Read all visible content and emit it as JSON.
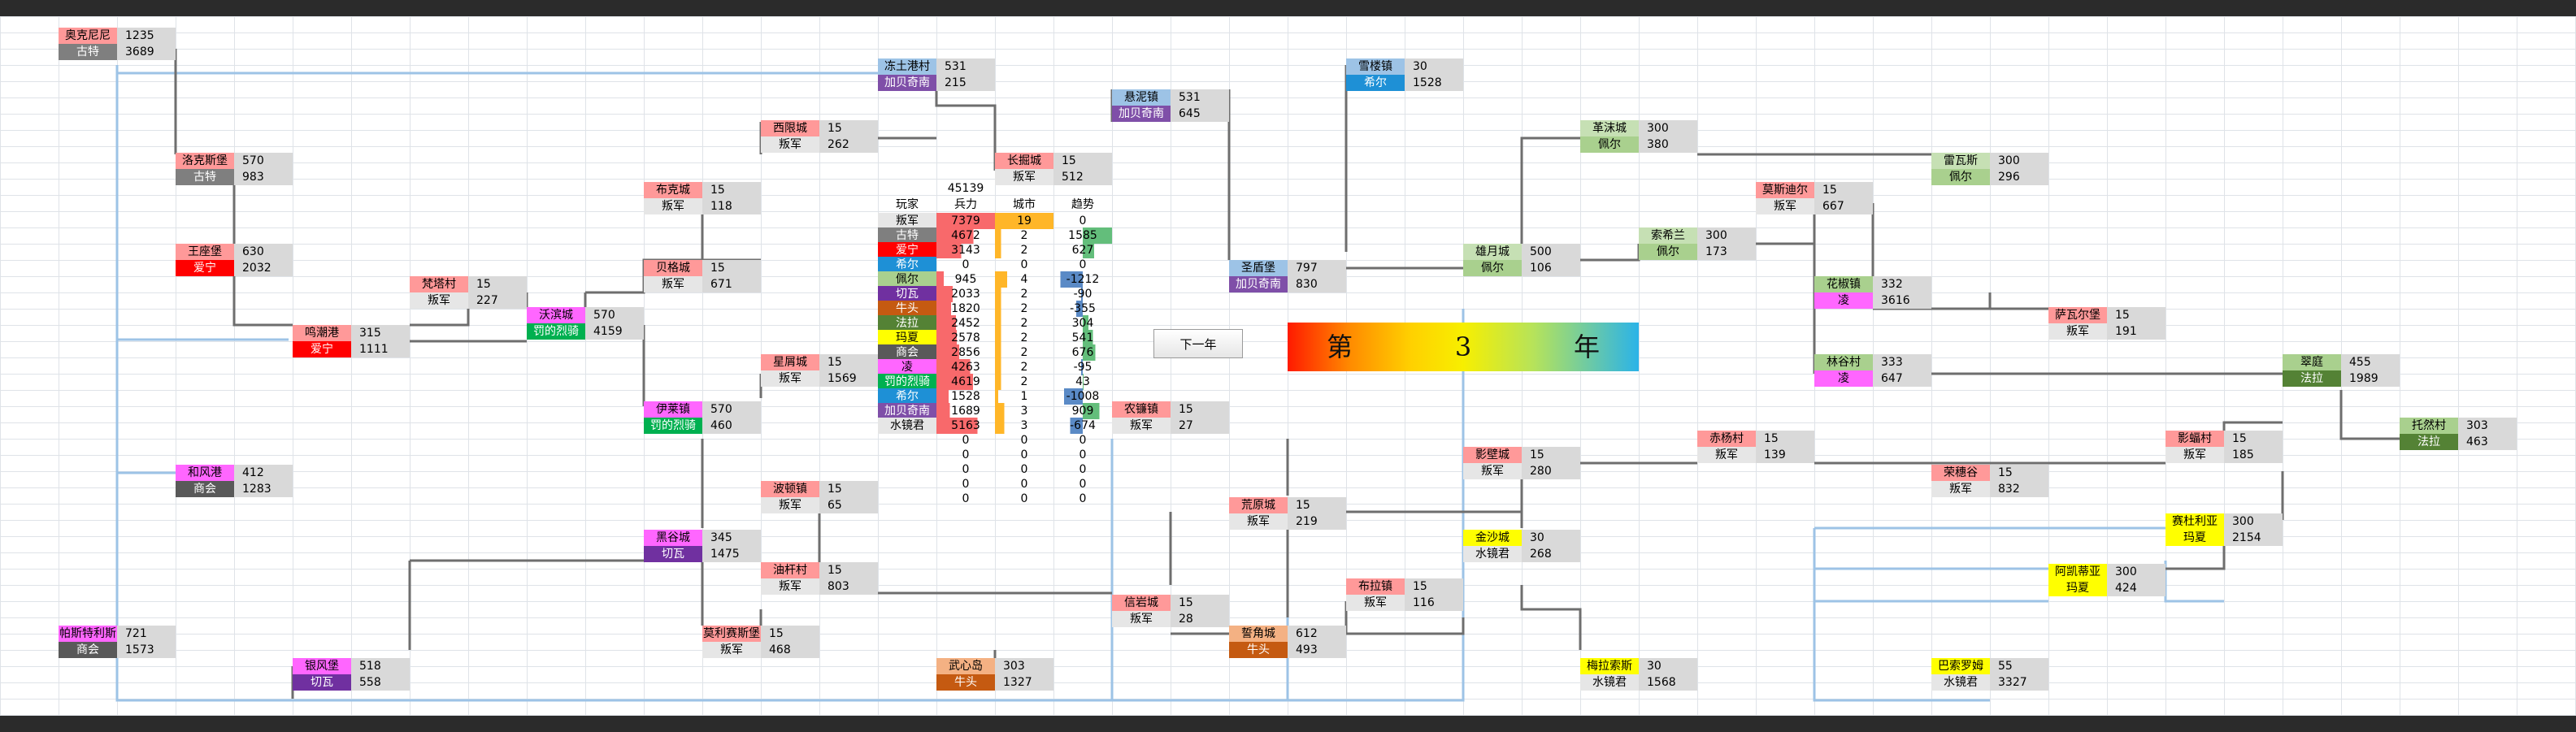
{
  "nodes": [
    {
      "name": "奥克尼尼",
      "owner": "古特",
      "v1": "1235",
      "v2": "3689"
    },
    {
      "name": "冻土港村",
      "owner": "加贝奇南",
      "v1": "531",
      "v2": "215"
    },
    {
      "name": "雪楼镇",
      "owner": "希尔",
      "v1": "30",
      "v2": "1528"
    },
    {
      "name": "悬泥镇",
      "owner": "加贝奇南",
      "v1": "531",
      "v2": "645"
    },
    {
      "name": "西限城",
      "owner": "叛军",
      "v1": "15",
      "v2": "262"
    },
    {
      "name": "洛克斯堡",
      "owner": "古特",
      "v1": "570",
      "v2": "983"
    },
    {
      "name": "长掘城",
      "owner": "叛军",
      "v1": "15",
      "v2": "512"
    },
    {
      "name": "革沫城",
      "owner": "佩尔",
      "v1": "300",
      "v2": "380"
    },
    {
      "name": "雷瓦斯",
      "owner": "佩尔",
      "v1": "300",
      "v2": "296"
    },
    {
      "name": "莫斯迪尔",
      "owner": "叛军",
      "v1": "15",
      "v2": "667"
    },
    {
      "name": "布克城",
      "owner": "叛军",
      "v1": "15",
      "v2": "118"
    },
    {
      "name": "王座堡",
      "owner": "爱宁",
      "v1": "630",
      "v2": "2032"
    },
    {
      "name": "贝格城",
      "owner": "叛军",
      "v1": "15",
      "v2": "671"
    },
    {
      "name": "梵塔村",
      "owner": "叛军",
      "v1": "15",
      "v2": "227"
    },
    {
      "name": "圣盾堡",
      "owner": "加贝奇南",
      "v1": "797",
      "v2": "830"
    },
    {
      "name": "雄月城",
      "owner": "佩尔",
      "v1": "500",
      "v2": "106"
    },
    {
      "name": "索希兰",
      "owner": "佩尔",
      "v1": "300",
      "v2": "173"
    },
    {
      "name": "花椒镇",
      "owner": "凌",
      "v1": "332",
      "v2": "3616"
    },
    {
      "name": "鸣潮港",
      "owner": "爱宁",
      "v1": "315",
      "v2": "1111"
    },
    {
      "name": "沃滨城",
      "owner": "罚的烈骑",
      "v1": "570",
      "v2": "4159"
    },
    {
      "name": "萨瓦尔堡",
      "owner": "叛军",
      "v1": "15",
      "v2": "191"
    },
    {
      "name": "星屑城",
      "owner": "叛军",
      "v1": "15",
      "v2": "1569"
    },
    {
      "name": "林谷村",
      "owner": "凌",
      "v1": "333",
      "v2": "647"
    },
    {
      "name": "翠庭",
      "owner": "法拉",
      "v1": "455",
      "v2": "1989"
    },
    {
      "name": "伊莱镇",
      "owner": "罚的烈骑",
      "v1": "570",
      "v2": "460"
    },
    {
      "name": "农镰镇",
      "owner": "叛军",
      "v1": "15",
      "v2": "27"
    },
    {
      "name": "托然村",
      "owner": "法拉",
      "v1": "303",
      "v2": "463"
    },
    {
      "name": "赤杨村",
      "owner": "叛军",
      "v1": "15",
      "v2": "139"
    },
    {
      "name": "影蝠村",
      "owner": "叛军",
      "v1": "15",
      "v2": "185"
    },
    {
      "name": "影壁城",
      "owner": "叛军",
      "v1": "15",
      "v2": "280"
    },
    {
      "name": "和风港",
      "owner": "商会",
      "v1": "412",
      "v2": "1283"
    },
    {
      "name": "荣穗谷",
      "owner": "叛军",
      "v1": "15",
      "v2": "832"
    },
    {
      "name": "波顿镇",
      "owner": "叛军",
      "v1": "15",
      "v2": "65"
    },
    {
      "name": "荒原城",
      "owner": "叛军",
      "v1": "15",
      "v2": "219"
    },
    {
      "name": "赛杜利亚",
      "owner": "玛夏",
      "v1": "300",
      "v2": "2154"
    },
    {
      "name": "黑谷城",
      "owner": "切瓦",
      "v1": "345",
      "v2": "1475"
    },
    {
      "name": "金沙城",
      "owner": "水镜君",
      "v1": "30",
      "v2": "268"
    },
    {
      "name": "油杆村",
      "owner": "叛军",
      "v1": "15",
      "v2": "803"
    },
    {
      "name": "阿凯蒂亚",
      "owner": "玛夏",
      "v1": "300",
      "v2": "424"
    },
    {
      "name": "布拉镇",
      "owner": "叛军",
      "v1": "15",
      "v2": "116"
    },
    {
      "name": "帕斯特利斯",
      "owner": "商会",
      "v1": "721",
      "v2": "1573"
    },
    {
      "name": "莫利赛斯堡",
      "owner": "叛军",
      "v1": "15",
      "v2": "468"
    },
    {
      "name": "信岩城",
      "owner": "叛军",
      "v1": "15",
      "v2": "28"
    },
    {
      "name": "誓角城",
      "owner": "牛头",
      "v1": "612",
      "v2": "493"
    },
    {
      "name": "银风堡",
      "owner": "切瓦",
      "v1": "518",
      "v2": "558"
    },
    {
      "name": "武心岛",
      "owner": "牛头",
      "v1": "303",
      "v2": "1327"
    },
    {
      "name": "梅拉索斯",
      "owner": "水镜君",
      "v1": "30",
      "v2": "1568"
    },
    {
      "name": "巴索罗姆",
      "owner": "水镜君",
      "v1": "55",
      "v2": "3327"
    }
  ],
  "stats": {
    "total": "45139",
    "headers": [
      "玩家",
      "兵力",
      "城市",
      "趋势"
    ],
    "rows": [
      {
        "name": "叛军",
        "army": "7379",
        "cities": "19",
        "trend": "0"
      },
      {
        "name": "古特",
        "army": "4672",
        "cities": "2",
        "trend": "1585"
      },
      {
        "name": "爱宁",
        "army": "3143",
        "cities": "2",
        "trend": "627"
      },
      {
        "name": "希尔",
        "army": "0",
        "cities": "0",
        "trend": "0"
      },
      {
        "name": "佩尔",
        "army": "945",
        "cities": "4",
        "trend": "-1212"
      },
      {
        "name": "切瓦",
        "army": "2033",
        "cities": "2",
        "trend": "-90"
      },
      {
        "name": "牛头",
        "army": "1820",
        "cities": "2",
        "trend": "-355"
      },
      {
        "name": "法拉",
        "army": "2452",
        "cities": "2",
        "trend": "304"
      },
      {
        "name": "玛夏",
        "army": "2578",
        "cities": "2",
        "trend": "541"
      },
      {
        "name": "商会",
        "army": "2856",
        "cities": "2",
        "trend": "676"
      },
      {
        "name": "凌",
        "army": "4263",
        "cities": "2",
        "trend": "-95"
      },
      {
        "name": "罚的烈骑",
        "army": "4619",
        "cities": "2",
        "trend": "43"
      },
      {
        "name": "希尔",
        "army": "1528",
        "cities": "1",
        "trend": "-1008"
      },
      {
        "name": "加贝奇南",
        "army": "1689",
        "cities": "3",
        "trend": "909"
      },
      {
        "name": "水镜君",
        "army": "5163",
        "cities": "3",
        "trend": "-674"
      },
      {
        "name": "",
        "army": "0",
        "cities": "0",
        "trend": "0"
      },
      {
        "name": "",
        "army": "0",
        "cities": "0",
        "trend": "0"
      },
      {
        "name": "",
        "army": "0",
        "cities": "0",
        "trend": "0"
      },
      {
        "name": "",
        "army": "0",
        "cities": "0",
        "trend": "0"
      },
      {
        "name": "",
        "army": "0",
        "cities": "0",
        "trend": "0"
      }
    ]
  },
  "next_year_button": "下一年",
  "year_banner": {
    "prefix": "第",
    "number": "3",
    "suffix": "年"
  },
  "faction_colors": {
    "叛军": "#e6e6e6",
    "古特": "#7f7f7f",
    "爱宁": "#ff0000",
    "希尔": "#1e90d6",
    "佩尔": "#a9d08e",
    "切瓦": "#7030a0",
    "牛头": "#c55a11",
    "法拉": "#548235",
    "玛夏": "#ffff00",
    "商会": "#595959",
    "凌": "#ff66ff",
    "罚的烈骑": "#00b050",
    "加贝奇南": "#7f4fa8",
    "水镜君": "#e6e6e6"
  }
}
